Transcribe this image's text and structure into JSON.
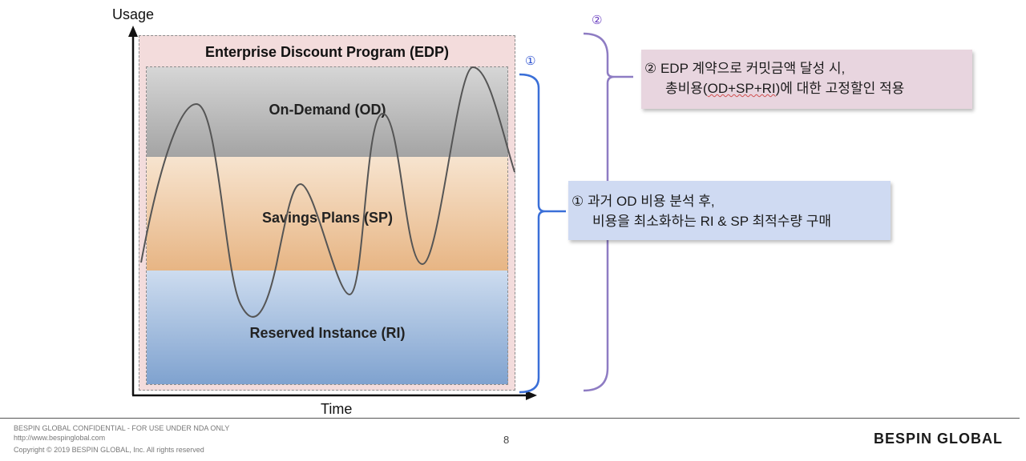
{
  "axes": {
    "y_label": "Usage",
    "x_label": "Time"
  },
  "edp": {
    "title": "Enterprise Discount Program (EDP)"
  },
  "bands": {
    "od": "On-Demand (OD)",
    "sp": "Savings Plans (SP)",
    "ri": "Reserved Instance (RI)"
  },
  "markers": {
    "one": "①",
    "two": "②"
  },
  "callouts": {
    "one": {
      "line1": "① 과거 OD 비용 분석 후,",
      "line2": "비용을 최소화하는 RI & SP 최적수량 구매"
    },
    "two": {
      "line1": "② EDP 계약으로 커밋금액 달성 시,",
      "line2_pre": "총비용(",
      "line2_squiggle": "OD+SP+RI",
      "line2_post": ")에 대한 고정할인 적용"
    }
  },
  "footer": {
    "confidential": "BESPIN GLOBAL CONFIDENTIAL - FOR USE UNDER NDA ONLY",
    "url": "http://www.bespinglobal.com",
    "copyright": "Copyright © 2019 BESPIN GLOBAL, Inc. All rights reserved",
    "page": "8",
    "brand": "BESPIN GLOBAL"
  },
  "colors": {
    "edp_background": "#f3dcdc",
    "od_band": "#a4a4a4",
    "sp_band": "#e7b584",
    "ri_band": "#7fa2cf",
    "bracket_one": "#3a6fd8",
    "bracket_two": "#8e7cc3",
    "callout_one_bg": "#cfdaf2",
    "callout_two_bg": "#e8d5df"
  }
}
